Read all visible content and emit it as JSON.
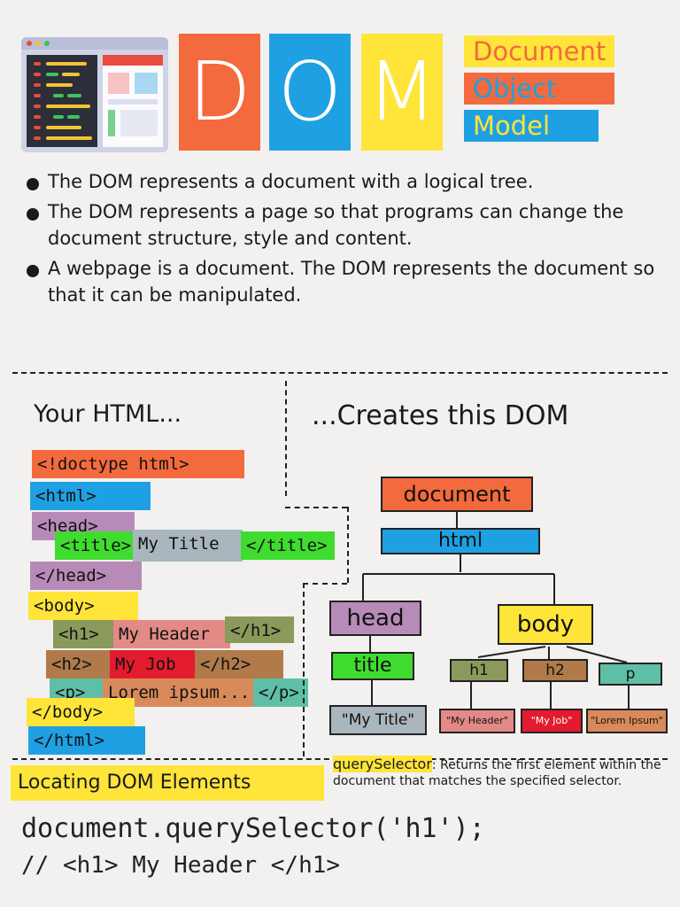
{
  "header": {
    "title_letters": [
      "D",
      "O",
      "M"
    ],
    "subtitle": [
      "Document",
      "Object",
      "Model"
    ]
  },
  "bullets": [
    "The DOM represents a document with a logical tree.",
    "The DOM represents a page so that programs can change the document structure, style and content.",
    "A webpage is a document. The DOM represents the document so that it can be manipulated."
  ],
  "left_section": {
    "title": "Your HTML...",
    "doctype": "<!doctype html>",
    "html_open": "<html>",
    "head_open": "<head>",
    "title_open": "<title>",
    "title_text": "My Title",
    "title_close": "</title>",
    "head_close": "</head>",
    "body_open": "<body>",
    "h1_open": "<h1>",
    "h1_text": "My Header",
    "h1_close": "</h1>",
    "h2_open": "<h2>",
    "h2_text": "My Job",
    "h2_close": "</h2>",
    "p_open": "<p>",
    "p_text": "Lorem ipsum...",
    "p_close": "</p>",
    "body_close": "</body>",
    "html_close": "</html>"
  },
  "right_section": {
    "title": "...Creates this DOM",
    "nodes": {
      "document": "document",
      "html": "html",
      "head": "head",
      "body": "body",
      "title": "title",
      "h1": "h1",
      "h2": "h2",
      "p": "p",
      "title_text": "\"My Title\"",
      "h1_text": "\"My Header\"",
      "h2_text": "\"My Job\"",
      "p_text": "\"Lorem Ipsum\""
    }
  },
  "locating": {
    "label": "Locating DOM Elements",
    "method": "querySelector",
    "description": ": Returns the first element within the document that matches the specified selector.",
    "code_line1": "document.querySelector('h1');",
    "code_line2": "// <h1> My Header </h1>"
  },
  "colors": {
    "orange": "#f26a3d",
    "blue": "#1fa0e3",
    "yellow": "#ffe43a",
    "purple": "#b78ab8",
    "green": "#3fdc2f",
    "gray": "#a9b6bd",
    "olive": "#8a9a5b",
    "brown": "#b07a4a",
    "red": "#e31b2e",
    "teal": "#5fbfa6",
    "salmon": "#e28a86",
    "tan": "#d88a5a"
  }
}
